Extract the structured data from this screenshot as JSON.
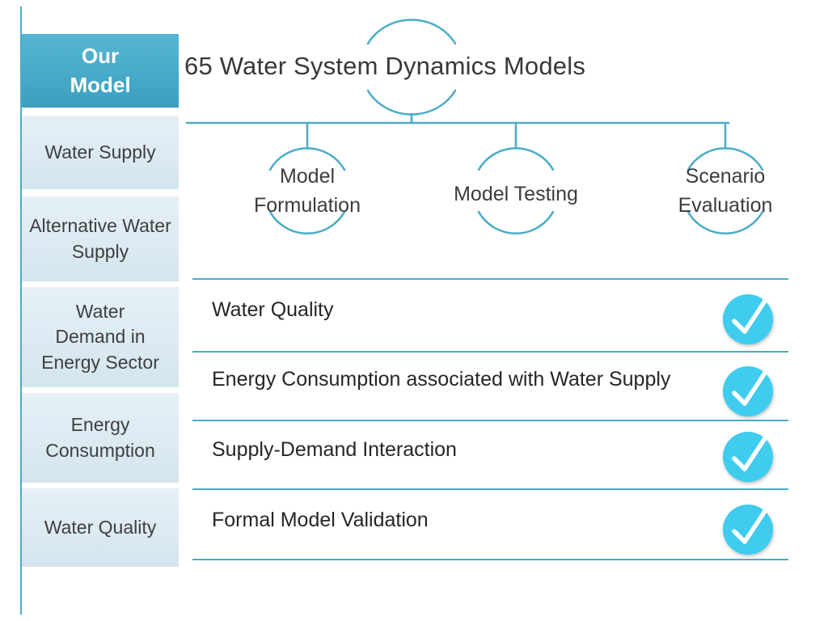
{
  "slide": {
    "title": "65 Water System Dynamics Models"
  },
  "sidebar": {
    "items": [
      {
        "label": "Our Model",
        "active": true
      },
      {
        "label": "Water Supply",
        "active": false
      },
      {
        "label": "Alternative Water Supply",
        "active": false
      },
      {
        "label": "Water Demand in Energy Sector",
        "active": false
      },
      {
        "label": "Energy Consumption",
        "active": false
      },
      {
        "label": "Water Quality",
        "active": false
      }
    ]
  },
  "tree": {
    "nodes": [
      {
        "label": "Model Formulation"
      },
      {
        "label": "Model Testing"
      },
      {
        "label": "Scenario Evaluation"
      }
    ]
  },
  "checklist": [
    {
      "label": "Water Quality",
      "checked": true
    },
    {
      "label": "Energy Consumption associated with Water Supply",
      "checked": true
    },
    {
      "label": "Supply-Demand Interaction",
      "checked": true
    },
    {
      "label": "Formal Model Validation",
      "checked": true
    }
  ],
  "icons": {
    "check": "check-mark"
  },
  "colors": {
    "accent_teal": "#4BACC6",
    "active_item_bg": "#44AECB",
    "sidebar_item_bg": "#DCE9F1",
    "check_badge": "#3FCCEE",
    "text_dark": "#3C3C3C",
    "background": "#FFFFFF"
  }
}
